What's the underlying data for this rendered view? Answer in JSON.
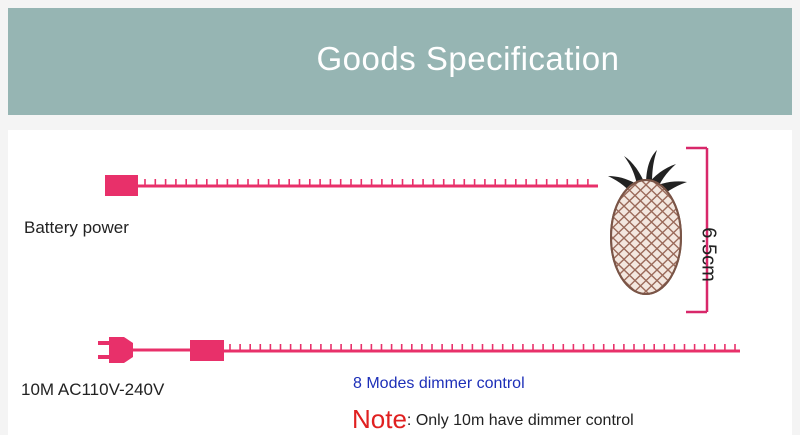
{
  "header": {
    "title": "Goods Specification"
  },
  "variants": {
    "battery": {
      "label": "Battery power"
    },
    "ac": {
      "label": "10M AC110V-240V"
    }
  },
  "dimension": {
    "value": "6.5cm"
  },
  "features": {
    "modes": "8 Modes dimmer control",
    "note_word": "Note",
    "note_text": ": Only 10m have dimmer control"
  },
  "colors": {
    "header_band": "#96b5b3",
    "string_wire": "#e8306a",
    "modes_text": "#1d2fb8",
    "note_word": "#e02020",
    "bracket": "#d8286a"
  },
  "icons": {
    "battery_box": "battery-box-icon",
    "plug": "power-plug-icon",
    "controller": "controller-box-icon",
    "lamp": "pineapple-lantern-icon"
  }
}
